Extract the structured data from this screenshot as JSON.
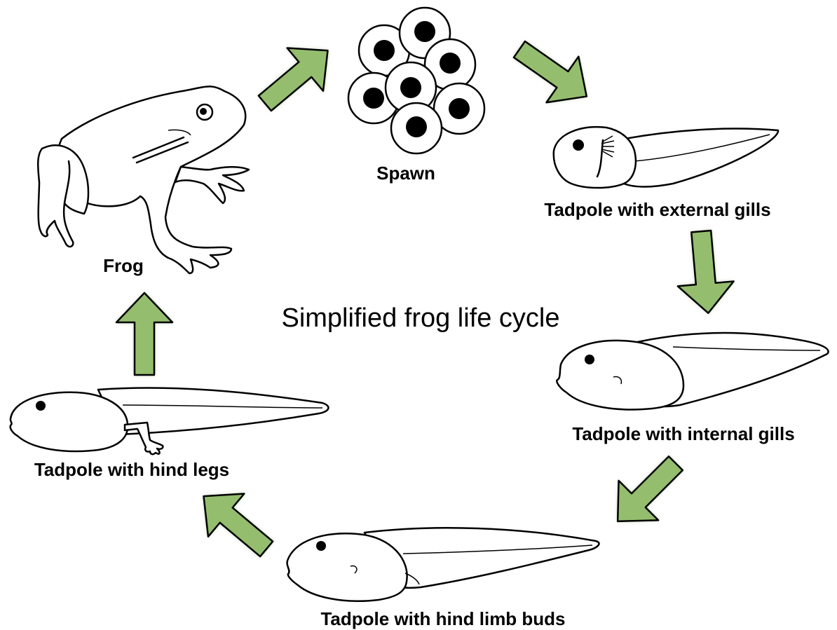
{
  "title": "Simplified frog life cycle",
  "accent_color": "#94be6e",
  "stages": {
    "frog": "Frog",
    "spawn": "Spawn",
    "external_gills": "Tadpole with external gills",
    "internal_gills": "Tadpole with internal gills",
    "hind_limb_buds": "Tadpole with hind limb buds",
    "hind_legs": "Tadpole with hind legs"
  }
}
